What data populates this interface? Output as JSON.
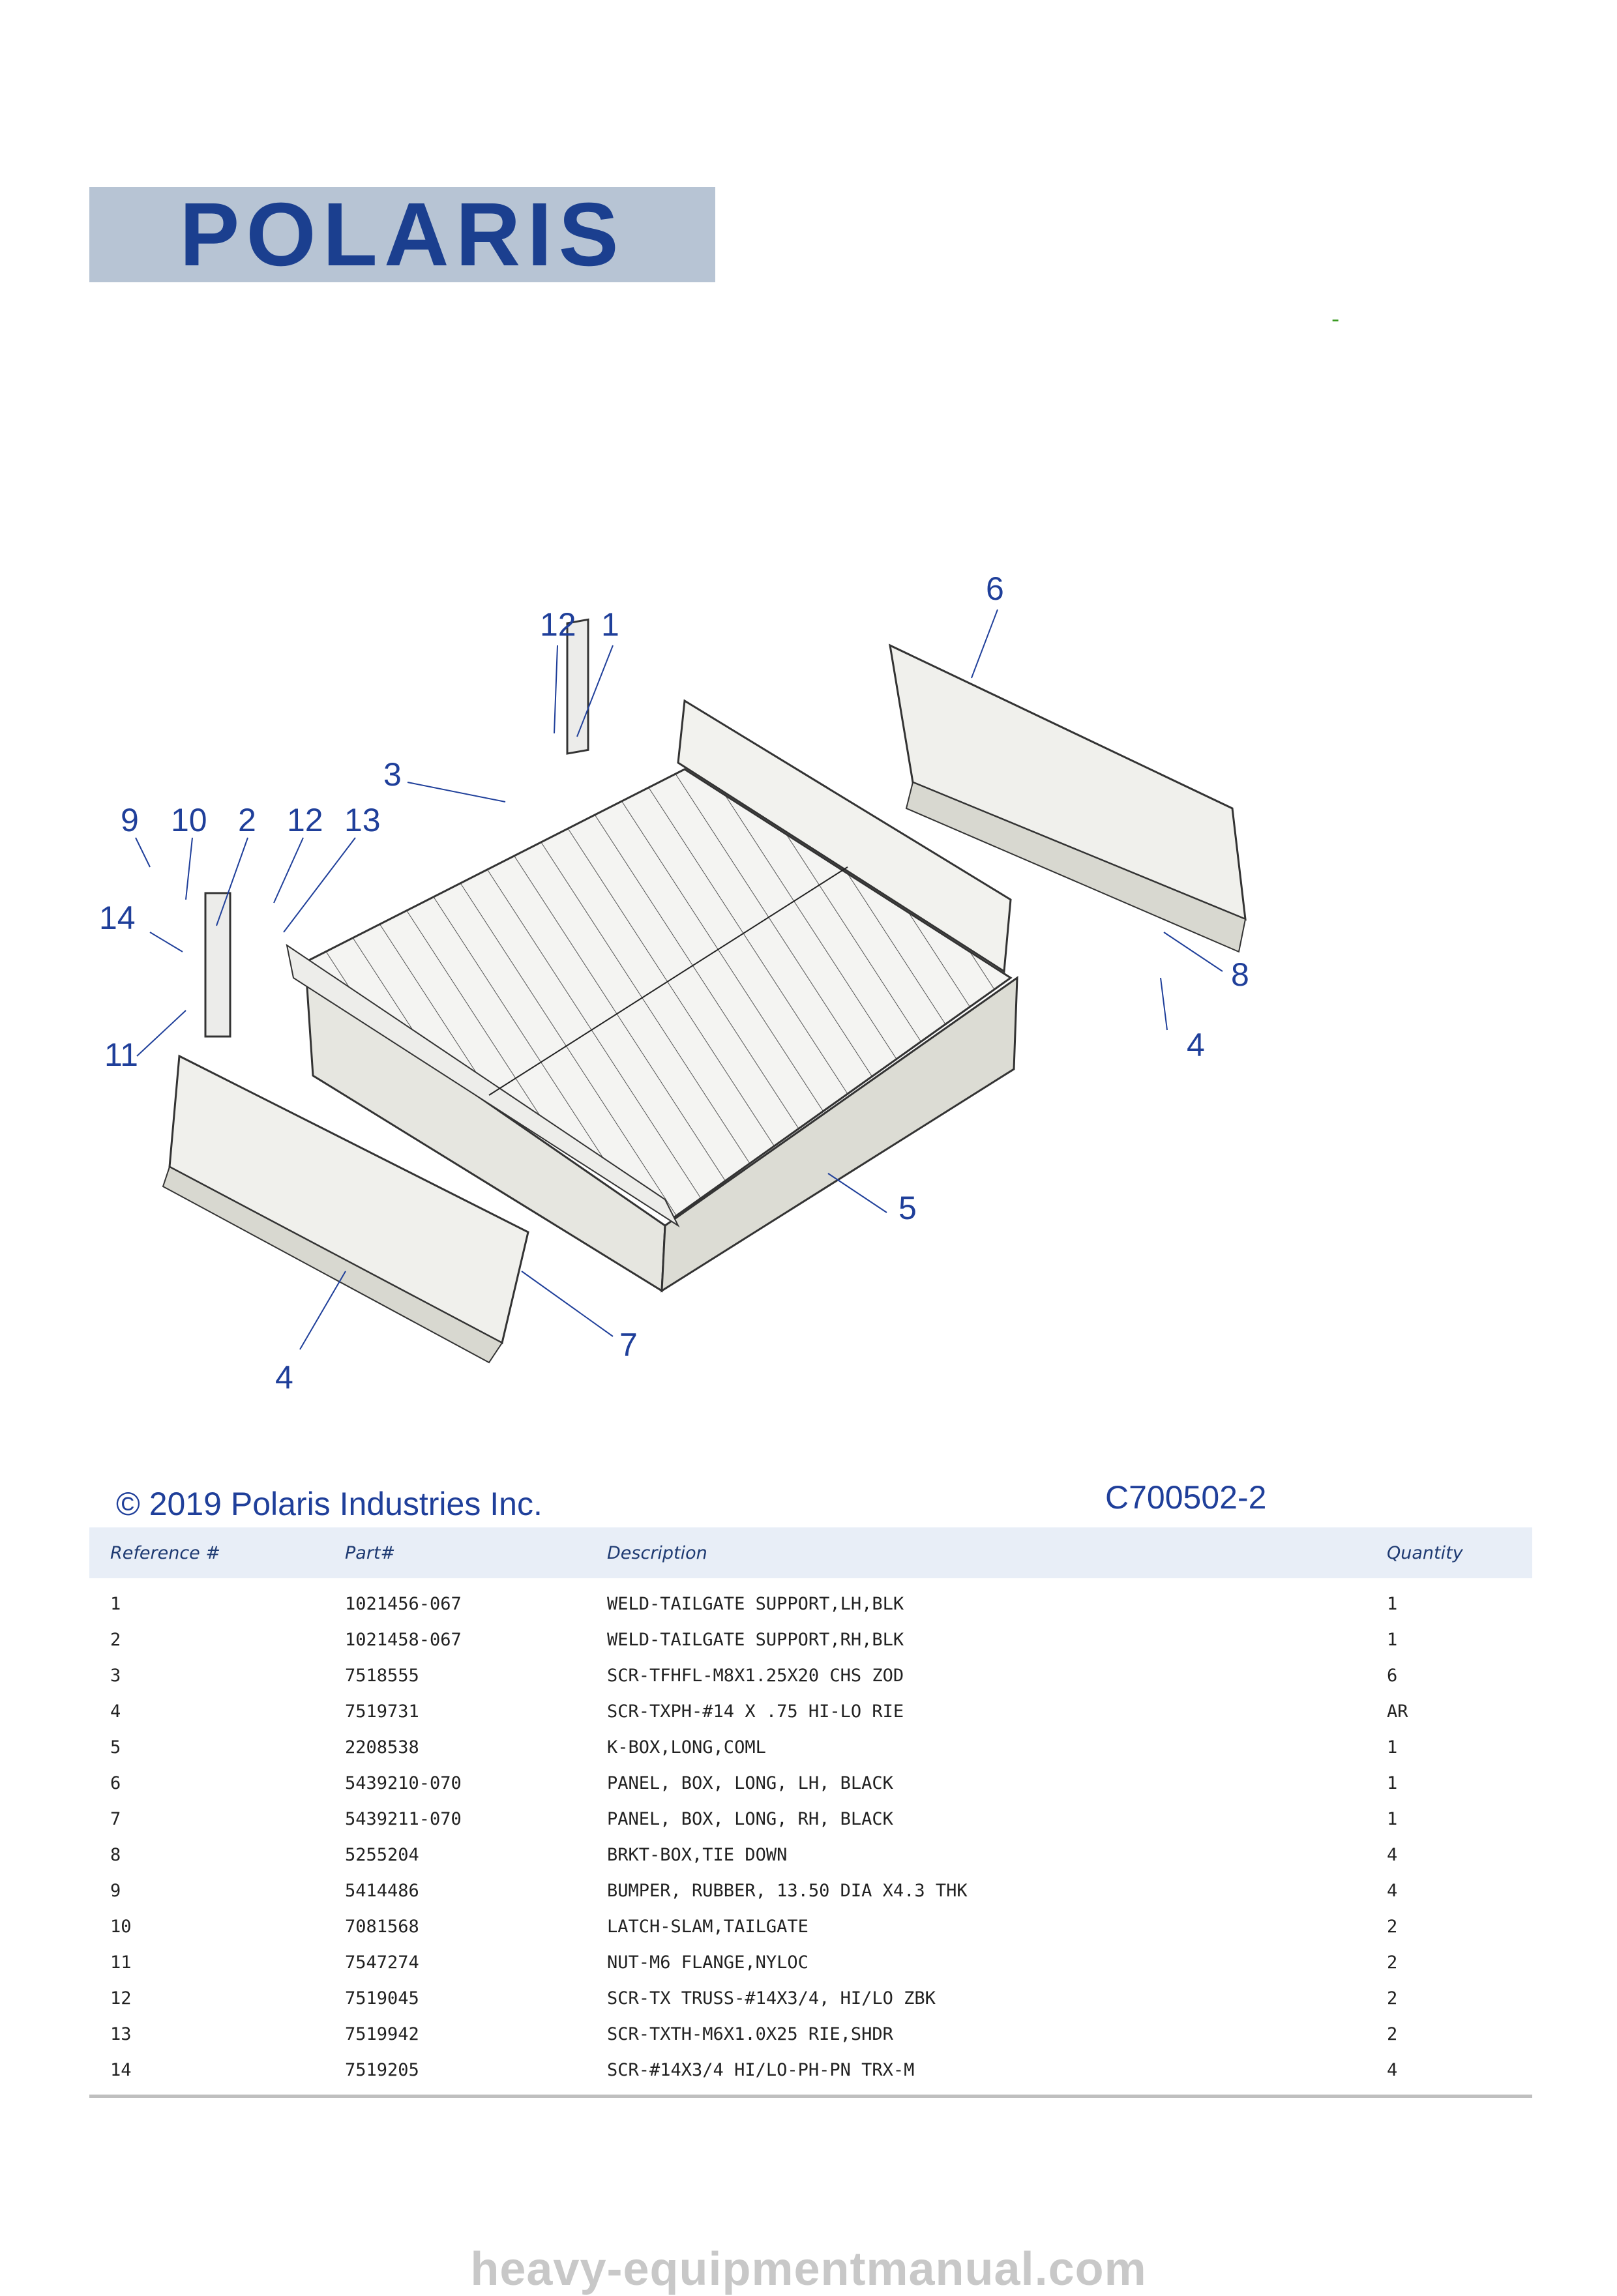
{
  "brand": {
    "logo_text": "POLARIS",
    "colors": {
      "logo_bg": "#b7c4d4",
      "logo_text": "#1b3f8f",
      "callout": "#1f3f9a",
      "header_bg": "#e8eef7"
    }
  },
  "marker": {
    "dash": "-"
  },
  "diagram": {
    "callouts": [
      {
        "id": "12a",
        "label": "12"
      },
      {
        "id": "1",
        "label": "1"
      },
      {
        "id": "6",
        "label": "6"
      },
      {
        "id": "3",
        "label": "3"
      },
      {
        "id": "9",
        "label": "9"
      },
      {
        "id": "10",
        "label": "10"
      },
      {
        "id": "2",
        "label": "2"
      },
      {
        "id": "12b",
        "label": "12"
      },
      {
        "id": "13",
        "label": "13"
      },
      {
        "id": "14",
        "label": "14"
      },
      {
        "id": "11",
        "label": "11"
      },
      {
        "id": "8",
        "label": "8"
      },
      {
        "id": "4a",
        "label": "4"
      },
      {
        "id": "5",
        "label": "5"
      },
      {
        "id": "7",
        "label": "7"
      },
      {
        "id": "4b",
        "label": "4"
      }
    ]
  },
  "footer": {
    "copyright": "© 2019 Polaris Industries Inc.",
    "drawing_id": "C700502-2"
  },
  "table": {
    "headers": {
      "ref": "Reference #",
      "part": "Part#",
      "desc": "Description",
      "qty": "Quantity"
    },
    "rows": [
      {
        "ref": "1",
        "part": "1021456-067",
        "desc": "WELD-TAILGATE SUPPORT,LH,BLK",
        "qty": "1"
      },
      {
        "ref": "2",
        "part": "1021458-067",
        "desc": "WELD-TAILGATE SUPPORT,RH,BLK",
        "qty": "1"
      },
      {
        "ref": "3",
        "part": "7518555",
        "desc": "SCR-TFHFL-M8X1.25X20 CHS ZOD",
        "qty": "6"
      },
      {
        "ref": "4",
        "part": "7519731",
        "desc": "SCR-TXPH-#14 X .75 HI-LO RIE",
        "qty": "AR"
      },
      {
        "ref": "5",
        "part": "2208538",
        "desc": "K-BOX,LONG,COML",
        "qty": "1"
      },
      {
        "ref": "6",
        "part": "5439210-070",
        "desc": "PANEL, BOX, LONG, LH, BLACK",
        "qty": "1"
      },
      {
        "ref": "7",
        "part": "5439211-070",
        "desc": "PANEL, BOX, LONG, RH, BLACK",
        "qty": "1"
      },
      {
        "ref": "8",
        "part": "5255204",
        "desc": "BRKT-BOX,TIE DOWN",
        "qty": "4"
      },
      {
        "ref": "9",
        "part": "5414486",
        "desc": "BUMPER, RUBBER, 13.50 DIA X4.3 THK",
        "qty": "4"
      },
      {
        "ref": "10",
        "part": "7081568",
        "desc": "LATCH-SLAM,TAILGATE",
        "qty": "2"
      },
      {
        "ref": "11",
        "part": "7547274",
        "desc": "NUT-M6 FLANGE,NYLOC",
        "qty": "2"
      },
      {
        "ref": "12",
        "part": "7519045",
        "desc": "SCR-TX TRUSS-#14X3/4, HI/LO ZBK",
        "qty": "2"
      },
      {
        "ref": "13",
        "part": "7519942",
        "desc": "SCR-TXTH-M6X1.0X25 RIE,SHDR",
        "qty": "2"
      },
      {
        "ref": "14",
        "part": "7519205",
        "desc": "SCR-#14X3/4 HI/LO-PH-PN TRX-M",
        "qty": "4"
      }
    ]
  },
  "watermark": "heavy-equipmentmanual.com"
}
